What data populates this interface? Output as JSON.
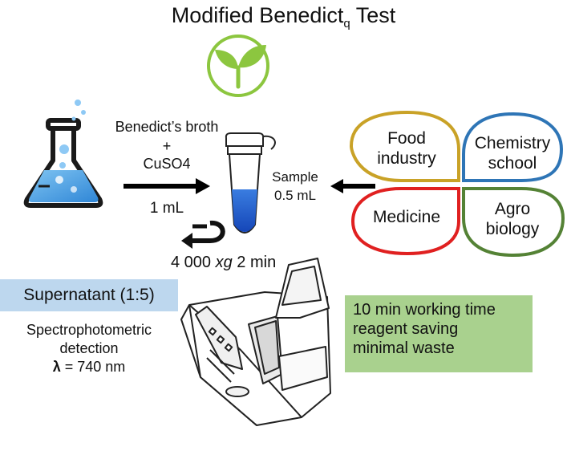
{
  "title": {
    "main": "Modified Benedict",
    "subscript": "q",
    "suffix": " Test"
  },
  "reagent": {
    "line1": "Benedict’s broth",
    "line2": "+",
    "line3": "CuSO4",
    "volume": "1 mL"
  },
  "sample": {
    "line1": "Sample",
    "line2": "0.5 mL"
  },
  "centrifuge": {
    "speed_prefix": "4 000 ",
    "speed_unit": "xg",
    "time": " 2 min"
  },
  "applications": {
    "food": {
      "line1": "Food",
      "line2": "industry",
      "color": "#c9a227"
    },
    "chemistry": {
      "line1": "Chemistry",
      "line2": "school",
      "color": "#2e75b6"
    },
    "medicine": {
      "line1": "Medicine",
      "color": "#e02020"
    },
    "agro": {
      "line1": "Agro",
      "line2": "biology",
      "color": "#548235"
    }
  },
  "supernatant": {
    "label": "Supernatant (1:5)",
    "color": "#bdd7ee"
  },
  "detection": {
    "line1": "Spectrophotometric",
    "line2": "detection",
    "lambda_symbol": "λ",
    "lambda_value": " = 740 nm"
  },
  "advantages": {
    "items": [
      "10 min working time",
      "reagent saving",
      "minimal waste"
    ],
    "color": "#a9d18e"
  },
  "icons": {
    "leaf": "leaf-icon",
    "flask": "flask-icon",
    "tube": "eppendorf-tube-icon",
    "rotate": "rotate-arrow-icon",
    "spectrophotometer": "spectrophotometer-icon"
  }
}
